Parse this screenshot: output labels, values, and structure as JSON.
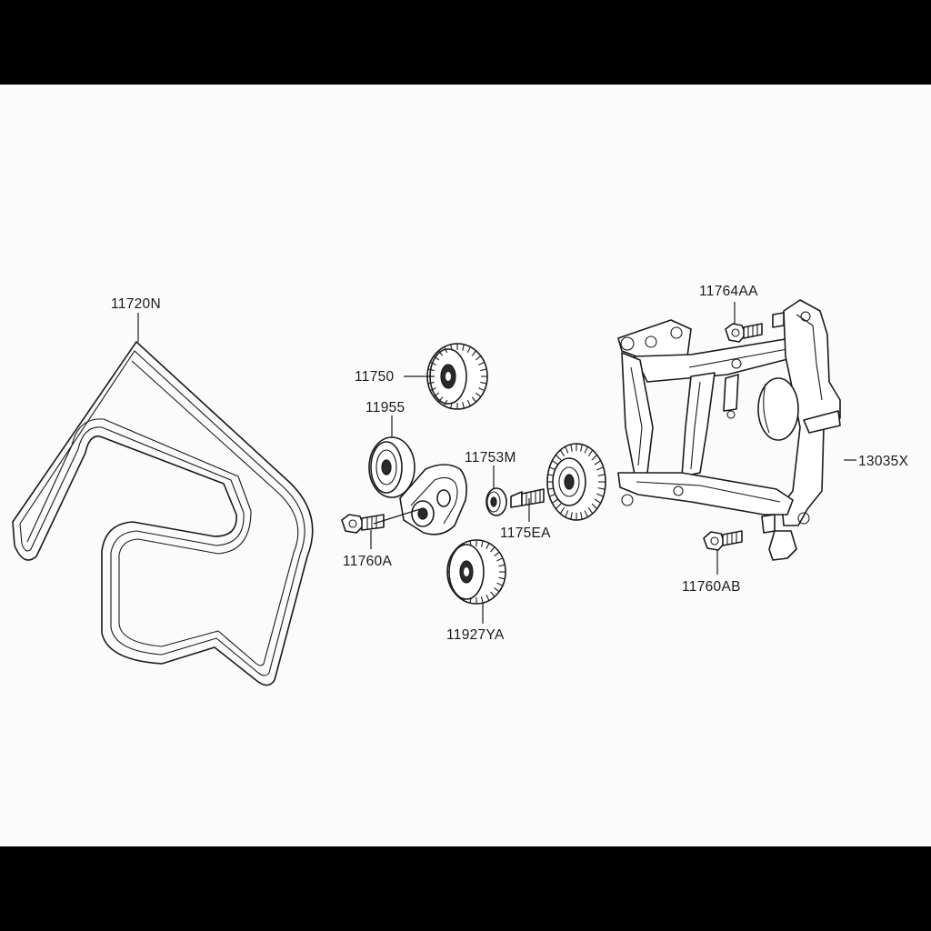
{
  "diagram": {
    "parts": [
      {
        "id": "belt",
        "label": "11720N"
      },
      {
        "id": "idler_top",
        "label": "11750"
      },
      {
        "id": "tensioner",
        "label": "11955"
      },
      {
        "id": "cap",
        "label": "11753M"
      },
      {
        "id": "bolt_idler",
        "label": "1175EA"
      },
      {
        "id": "bolt_tensioner",
        "label": "11760A"
      },
      {
        "id": "idler_bottom",
        "label": "11927YA"
      },
      {
        "id": "bolt_bracket_top",
        "label": "11764AA"
      },
      {
        "id": "bracket",
        "label": "13035X"
      },
      {
        "id": "bolt_bracket_bottom",
        "label": "11760AB"
      }
    ]
  }
}
